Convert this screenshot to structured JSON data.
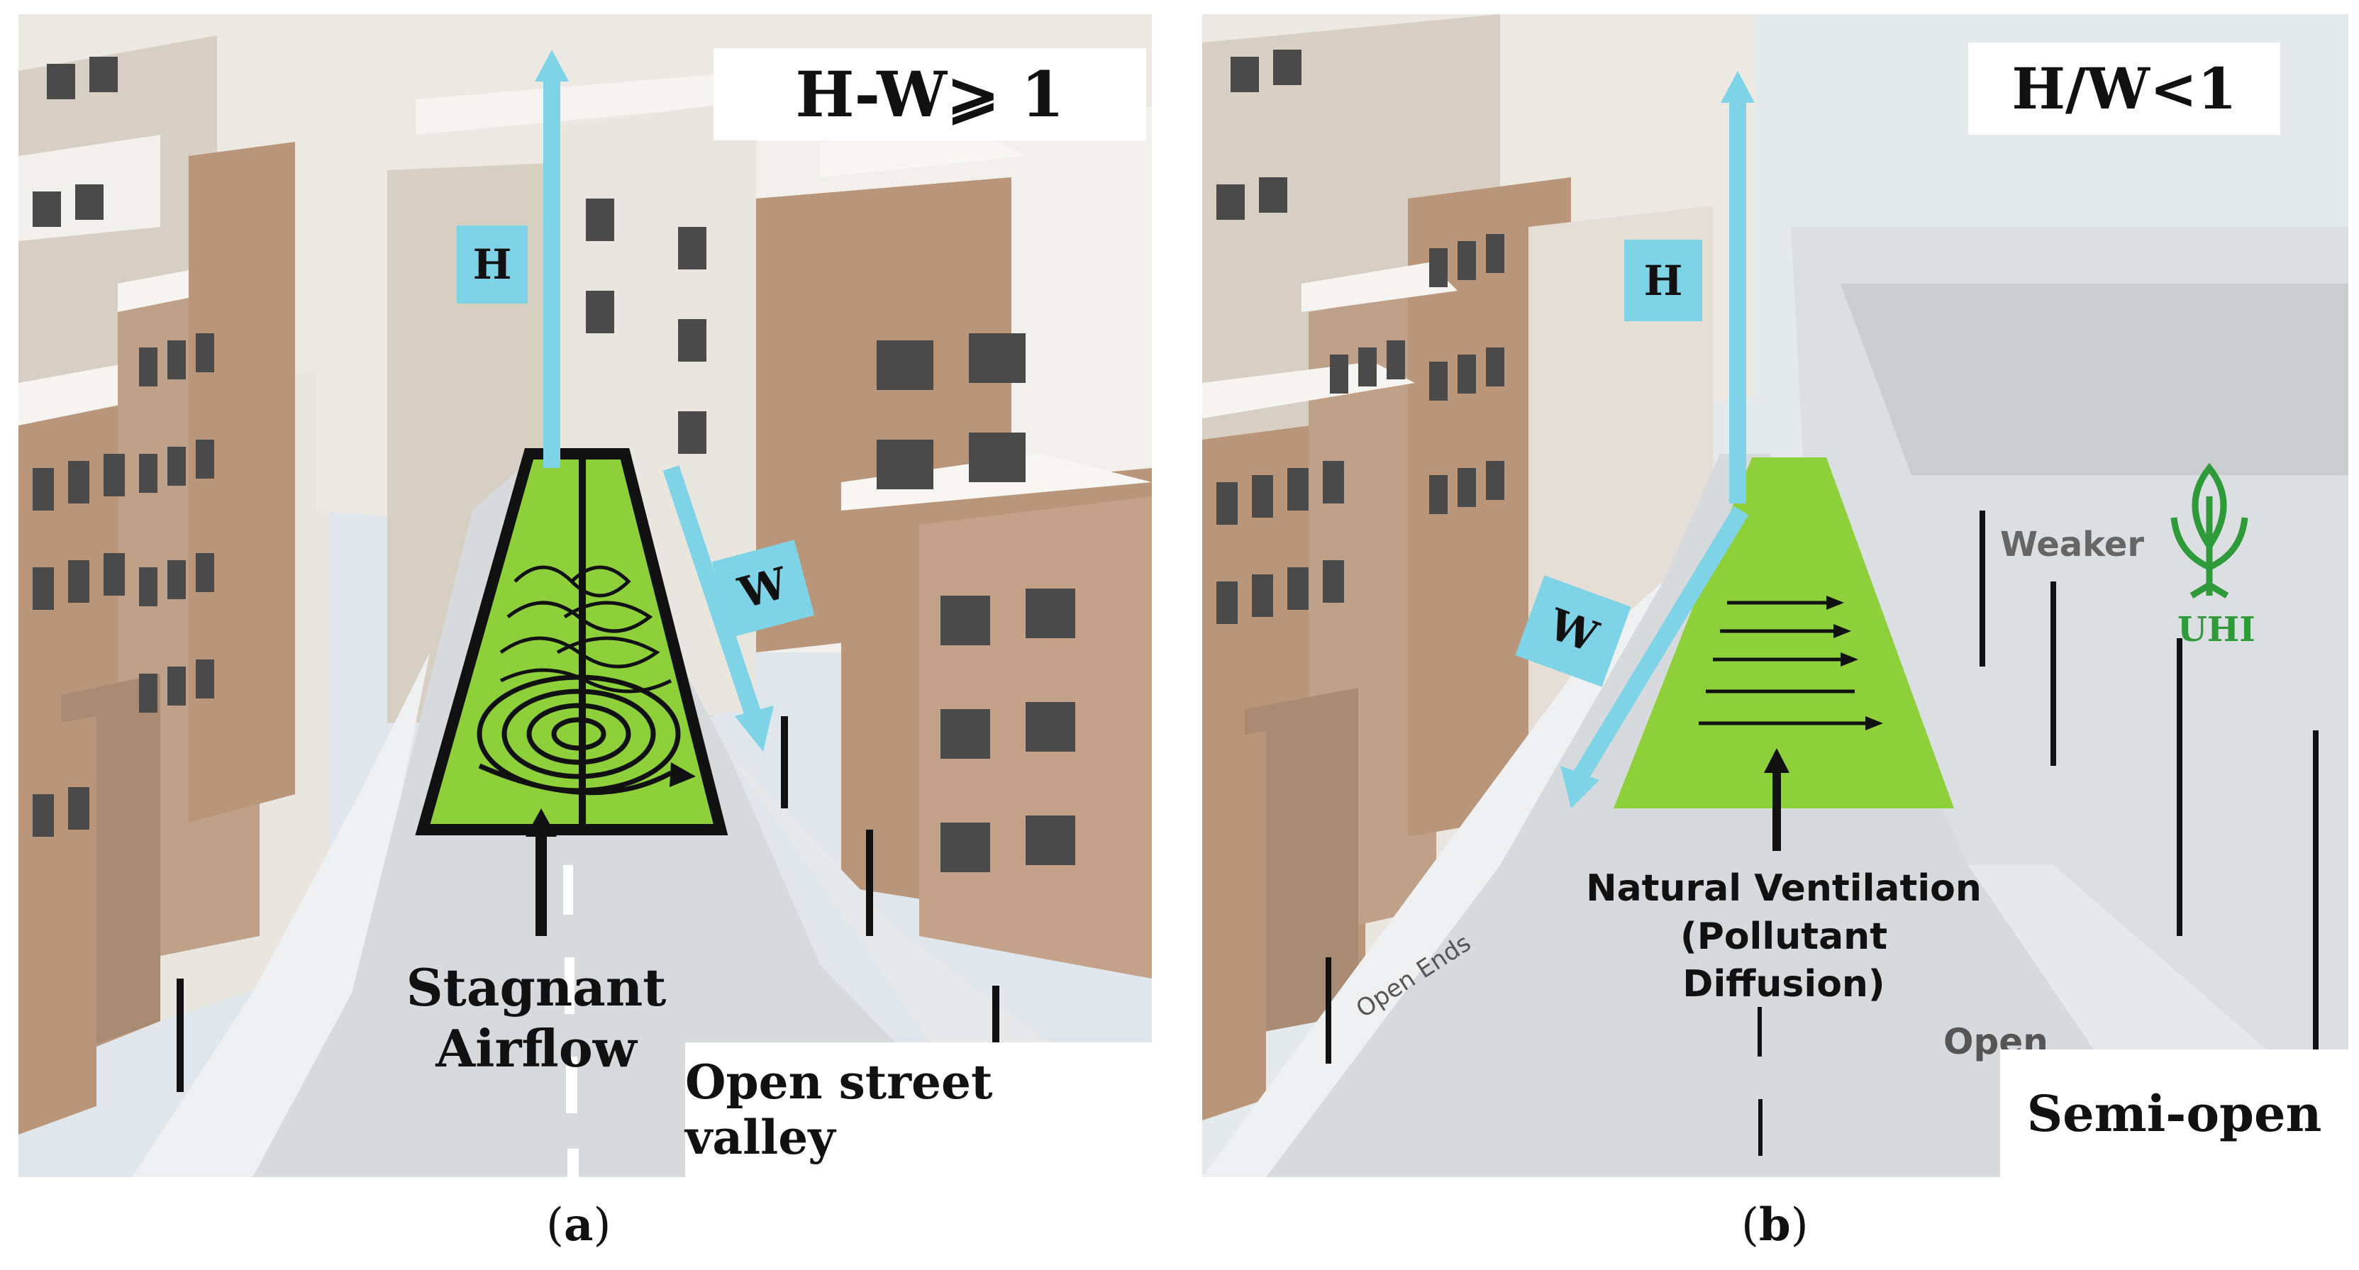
{
  "panel_a": {
    "title": "H-W⩾ 1",
    "h_label": "H",
    "w_label": "W",
    "stagnant_line1": "Stagnant",
    "stagnant_line2": "Airflow",
    "bottom_label": "Open street valley",
    "caption_letter": "a"
  },
  "panel_b": {
    "title": "H/W<1",
    "h_label": "H",
    "w_label": "W",
    "weaker": "Weaker",
    "uhi": "UHI",
    "nv_line1": "Natural Ventilation",
    "nv_line2": "(Pollutant Diffusion)",
    "open_ends": "Open Ends",
    "open": "Open",
    "bottom_label": "Semi-open",
    "caption_letter": "b"
  },
  "colors": {
    "arrow_blue": "#7fd3e6",
    "grass_green": "#8ed03a",
    "uhi_green": "#2e9a3a",
    "brick": "#b9967a"
  }
}
